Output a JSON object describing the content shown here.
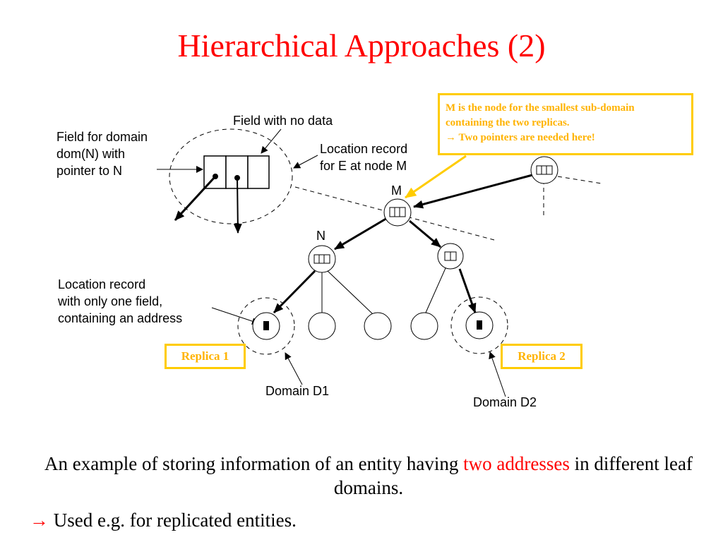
{
  "title": "Hierarchical Approaches (2)",
  "labels": {
    "field_no_data": "Field with no data",
    "field_domain_1": "Field for domain",
    "field_domain_2": "dom(N) with",
    "field_domain_3": "pointer to N",
    "loc_record_1": "Location record",
    "loc_record_2": "for E at node M",
    "node_m": "M",
    "node_n": "N",
    "one_field_1": "Location record",
    "one_field_2": "with only one field,",
    "one_field_3": "containing an address",
    "domain_d1": "Domain D1",
    "domain_d2": "Domain D2"
  },
  "callout": {
    "line1": "M is the node for the smallest sub-domain",
    "line2": "containing the two replicas.",
    "arrow": "→",
    "line3": "Two pointers are needed here!"
  },
  "replica1": "Replica 1",
  "replica2": "Replica 2",
  "caption": {
    "before": "An example of storing information of an entity having ",
    "highlight": "two addresses",
    "after": " in different leaf domains."
  },
  "bullet": {
    "arrow": "→",
    "text": "Used e.g. for replicated entities."
  },
  "colors": {
    "title": "#ff0000",
    "callout_border": "#ffcc00",
    "callout_text": "#ffb300"
  }
}
